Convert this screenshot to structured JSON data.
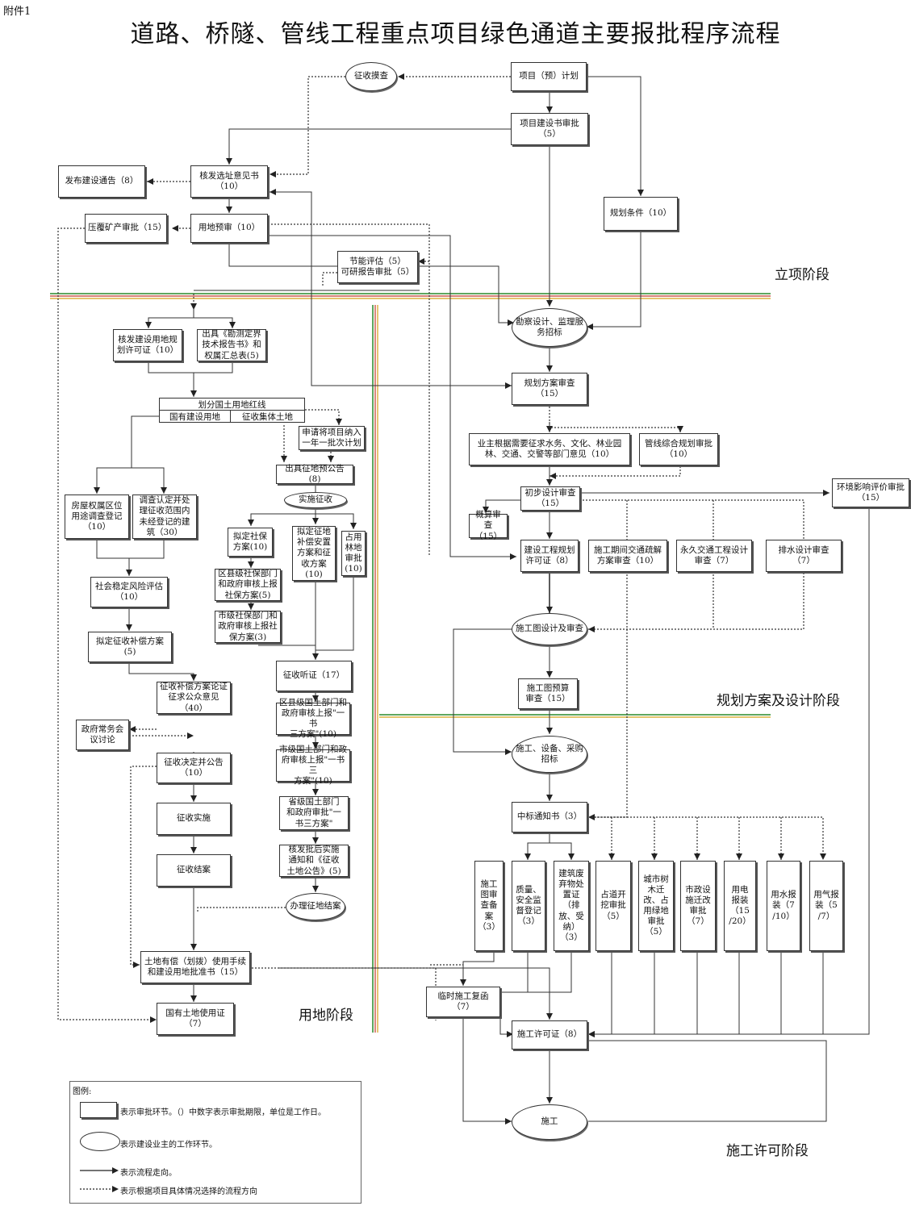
{
  "annex": "附件1",
  "title": "道路、桥隧、管线工程重点项目绿色通道主要报批程序流程",
  "stages": {
    "lixiang": "立项阶段",
    "design": "规划方案及设计阶段",
    "land": "用地阶段",
    "construction": "施工许可阶段"
  },
  "nodes": {
    "n_zhengshou_mocha": "征收摸查",
    "n_plan": "项目（预）计划",
    "n_proposal": "项目建设书审批\n（5）",
    "n_notice8": "发布建设通告（8）",
    "n_siting": "核发选址意见书\n（10）",
    "n_guihua_tj": "规划条件（10）",
    "n_yafu": "压覆矿产审批（15）",
    "n_yudi": "用地预审（10）",
    "n_jieneng": "节能评估（5）\n可研报告审批（5）",
    "n_kancha": "勘察设计、监理服\n务招标",
    "n_ydgh": "核发建设用地规\n划许可证（10）",
    "n_kance": "出具《勘测定界\n技术报告书》和\n权属汇总表(5)",
    "n_fangan": "规划方案审查\n（15）",
    "n_hongxian": "划分国土用地红线",
    "n_guoyou": "国有建设用地",
    "n_jiti": "征收集体土地",
    "n_nianru": "申请将项目纳入\n一年一批次计划",
    "n_yezhu": "业主根据需要征求水务、文化、林业园\n林、交通、交警等部门意见（10）",
    "n_guanxian": "管线综合规划审批\n（10）",
    "n_yugao": "出具征地预公告(8)",
    "n_shishi_zs": "实施征收",
    "n_huanping": "环境影响评价审批\n（15）",
    "n_chubu": "初步设计审查\n（15）",
    "n_gaisuan": "概算审查\n（15）",
    "n_quanshu": "房屋权属区位\n用途调查登记\n（10）",
    "n_renzheng": "调查认定并处\n理征收范围内\n未经登记的建\n筑（30）",
    "n_shebao": "拟定社保\n方案(10)",
    "n_buchang_az": "拟定征地\n补偿安置\n方案和征\n收方案\n(10)",
    "n_linde": "占用\n林地\n审批\n(10)",
    "n_gcgh": "建设工程规划\n许可证（8）",
    "n_jtsl": "施工期间交通疏解\n方案审查（10）",
    "n_yjjt": "永久交通工程设计\n审查（7）",
    "n_paishui": "排水设计审查\n（7）",
    "n_qxsb": "区县级社保部门\n和政府审核上报\n社保方案(5)",
    "n_wending": "社会稳定风险评估\n（10）",
    "n_sjsb": "市级社保部门和\n政府审核上报社\n保方案(3)",
    "n_shentu": "施工图设计及审查",
    "n_nidingbc": "拟定征收补偿方案(5)",
    "n_tingzheng": "征收听证（17）",
    "n_lunzheng": "征收补偿方案论证\n征求公众意见\n（40）",
    "n_yusuan": "施工图预算\n审查（15）",
    "n_qxgt": "区县级国土部门和\n政府审核上报\"一书\n三方案\"(10)",
    "n_changwu": "政府常务会\n议讨论",
    "n_zhaobiao": "施工、设备、采购\n招标",
    "n_juedingg": "征收决定并公告\n（10）",
    "n_sjgt": "市级国土部门和政\n府审核上报\"一书三\n方案\"(10)",
    "n_shengji": "省级国土部门\n和政府审批\"一\n书三方案\"",
    "n_zhongbiao": "中标通知书（3）",
    "n_zsshishi": "征收实施",
    "n_hefa": "核发批后实施\n通知和《征收\n土地公告》(5)",
    "n_jiean": "征收结案",
    "n_tgba": "施工\n图审\n查备\n案\n（3）",
    "n_zhiliang": "质量、\n安全监\n督登记\n（3）",
    "n_feiqi": "建筑废\n弃物处\n置证\n（排\n放、受\n纳）\n（3）",
    "n_zhandao": "占道开\n挖审批\n（5）",
    "n_shumu": "城市树\n木迁\n改、占\n用绿地\n审批\n（5）",
    "n_shizheng": "市政设\n施迁改\n审批\n（7）",
    "n_yongdian": "用电\n报装\n（15\n/20）",
    "n_yongshui": "用水报\n装（7\n/10）",
    "n_yongqi": "用气报\n装（5\n/7）",
    "n_banli": "办理征地结案",
    "n_youchang": "土地有偿（划拨）使用手续\n和建设用地批准书（15）",
    "n_linshi": "临时施工复函\n（7）",
    "n_xukezheng": "施工许可证（8）",
    "n_guoyouzheng": "国有土地使用证\n（7）",
    "n_shigong": "施工"
  },
  "legend": {
    "heading": "图例:",
    "box": "表示审批环节。（）中数字表示审批期限，单位是工作日。",
    "ellipse": "表示建设业主的工作环节。",
    "solid": "表示流程走向。",
    "dotted": "表示根据项目具体情况选择的流程方向"
  }
}
